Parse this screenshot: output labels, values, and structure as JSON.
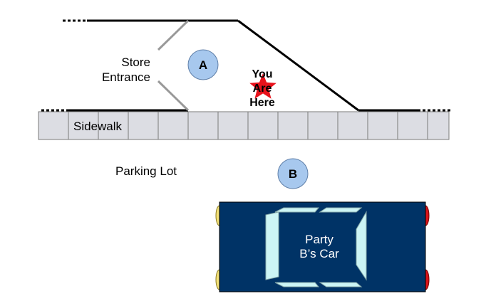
{
  "labels": {
    "store_entrance_line1": "Store",
    "store_entrance_line2": "Entrance",
    "sidewalk": "Sidewalk",
    "parking_lot": "Parking Lot",
    "you_are_here_line1": "You",
    "you_are_here_line2": "Are",
    "you_are_here_line3": "Here",
    "car_line1": "Party",
    "car_line2": "B’s Car"
  },
  "markers": {
    "a": "A",
    "b": "B"
  },
  "colors": {
    "marker_fill": "#a7c8ee",
    "star": "#e8121b",
    "car_body": "#003366",
    "car_window": "#ccf5f5",
    "headlight": "#f4e27a",
    "taillight": "#d9141b",
    "sidewalk_fill": "#dcdde3",
    "line": "#000000",
    "entrance_line": "#999999"
  },
  "icons": {
    "star": "star-icon"
  }
}
